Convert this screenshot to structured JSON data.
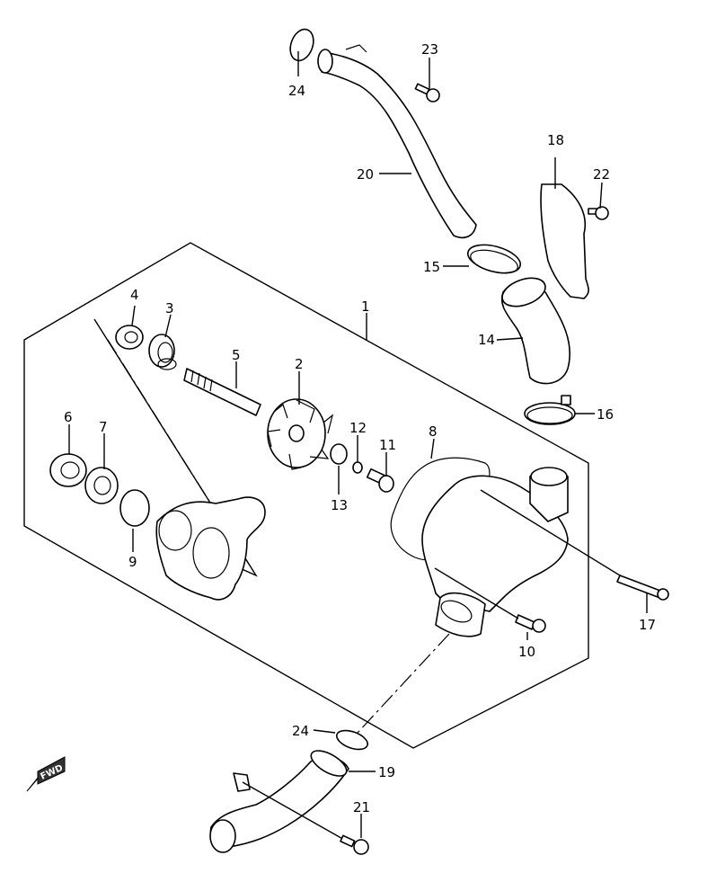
{
  "diagram": {
    "part_labels": {
      "p1": "1",
      "p2": "2",
      "p3": "3",
      "p4": "4",
      "p5": "5",
      "p6": "6",
      "p7": "7",
      "p8": "8",
      "p9": "9",
      "p10": "10",
      "p11": "11",
      "p12": "12",
      "p13": "13",
      "p14": "14",
      "p15": "15",
      "p16": "16",
      "p17": "17",
      "p18": "18",
      "p19": "19",
      "p20": "20",
      "p21": "21",
      "p22": "22",
      "p23": "23",
      "p24a": "24",
      "p24b": "24"
    },
    "fwd_label": "FWD"
  }
}
